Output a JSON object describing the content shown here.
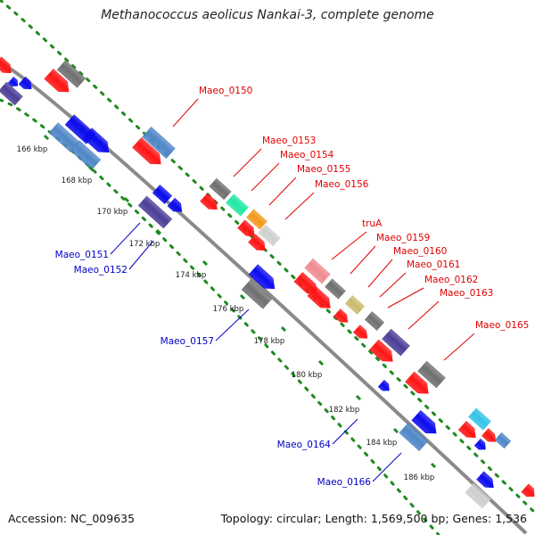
{
  "title": "Methanococcus aeolicus Nankai-3, complete genome",
  "accession": "Accession: NC_009635",
  "summary": "Topology: circular; Length: 1,569,500 bp; Genes: 1,536",
  "colors": {
    "backbone": "#8a8a8a",
    "dotted_track": "#1f8a1f",
    "forward_label": "#e00000",
    "reverse_label": "#0000c8",
    "tick_label": "#222222"
  },
  "ticks": [
    "166 kbp",
    "168 kbp",
    "170 kbp",
    "172 kbp",
    "174 kbp",
    "176 kbp",
    "178 kbp",
    "180 kbp",
    "182 kbp",
    "184 kbp",
    "186 kbp"
  ],
  "forward_labels": [
    "Maeo_0150",
    "Maeo_0153",
    "Maeo_0154",
    "Maeo_0155",
    "Maeo_0156",
    "truA",
    "Maeo_0159",
    "Maeo_0160",
    "Maeo_0161",
    "Maeo_0162",
    "Maeo_0163",
    "Maeo_0165"
  ],
  "reverse_labels": [
    "Maeo_0151",
    "Maeo_0152",
    "Maeo_0157",
    "Maeo_0164",
    "Maeo_0166"
  ]
}
